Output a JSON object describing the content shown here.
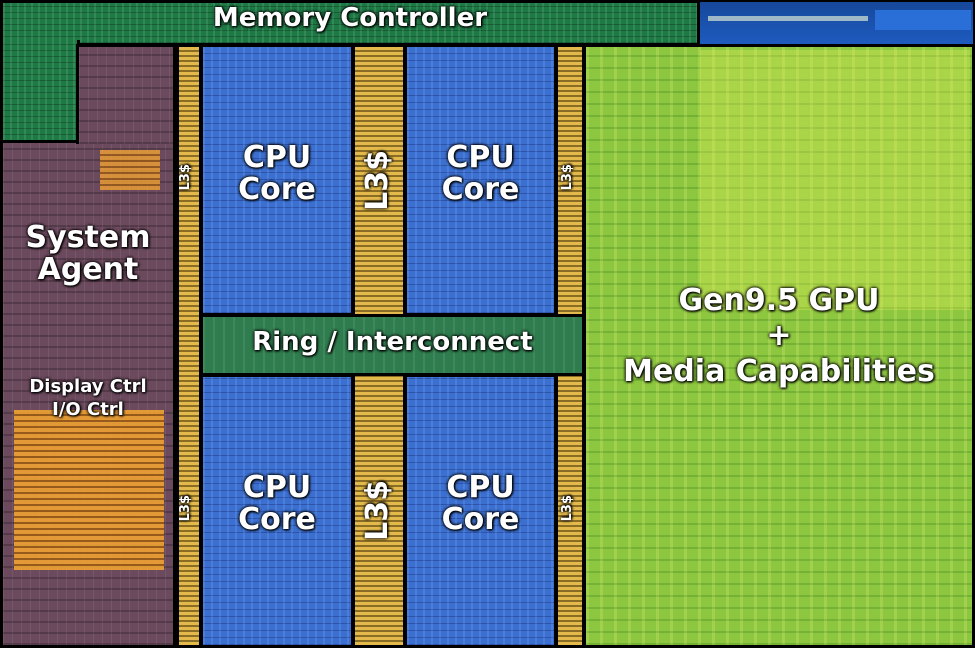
{
  "labels": {
    "memory_controller": "Memory Controller",
    "system_agent_line1": "System",
    "system_agent_line2": "Agent",
    "display_ctrl": "Display Ctrl",
    "io_ctrl": "I/O Ctrl",
    "cpu_core_line1": "CPU",
    "cpu_core_line2": "Core",
    "l3_large": "L3$",
    "l3_small": "L3$",
    "ring": "Ring / Interconnect",
    "gpu_line1": "Gen9.5 GPU",
    "gpu_line2": "+",
    "gpu_line3": "Media Capabilities"
  },
  "colors": {
    "memory_controller": "#1d7a45",
    "system_agent": "#6c4a5e",
    "cpu_core": "#3d6fd0",
    "l3_cache": "#c9a53a",
    "ring": "#2f7d4e",
    "gpu": "#8dc63f",
    "io_strip": "#1e5bbf"
  }
}
